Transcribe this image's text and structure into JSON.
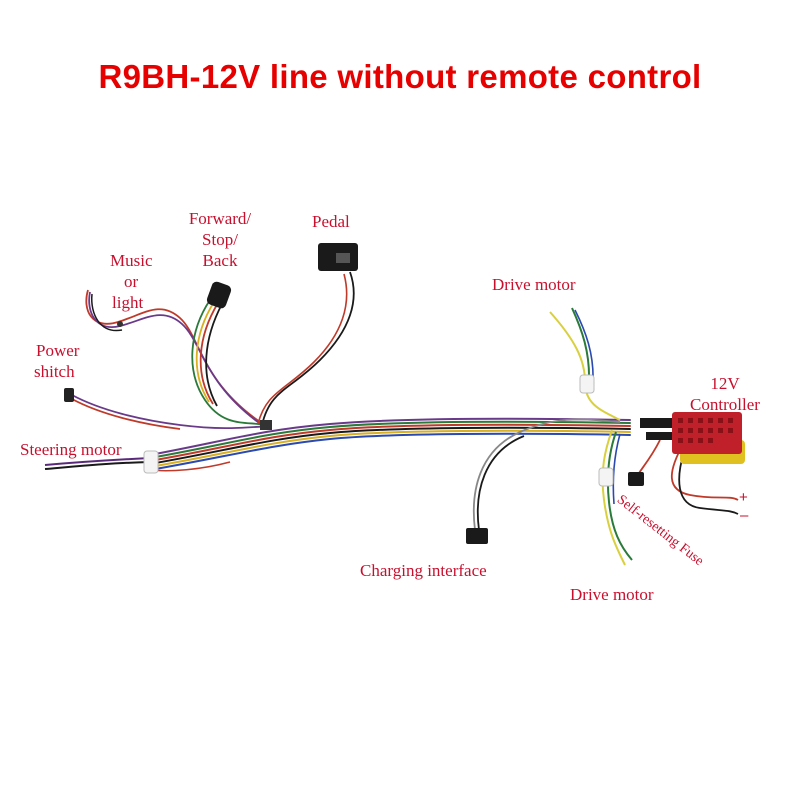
{
  "title": "R9BH-12V line without remote control",
  "colors": {
    "title": "#e60000",
    "label": "#c8102e"
  },
  "labels": {
    "music_or_light": [
      "Music",
      "or",
      "light"
    ],
    "forward_stop_back": [
      "Forward/",
      "Stop/",
      "Back"
    ],
    "pedal": "Pedal",
    "drive_motor_top": "Drive motor",
    "power_switch": [
      "Power",
      "shitch"
    ],
    "controller": [
      "12V",
      "Controller"
    ],
    "steering_motor": "Steering motor",
    "charging_interface": "Charging interface",
    "drive_motor_bottom": "Drive motor",
    "fuse": "Self-resetting Fuse",
    "plus": "+",
    "minus": "–"
  }
}
